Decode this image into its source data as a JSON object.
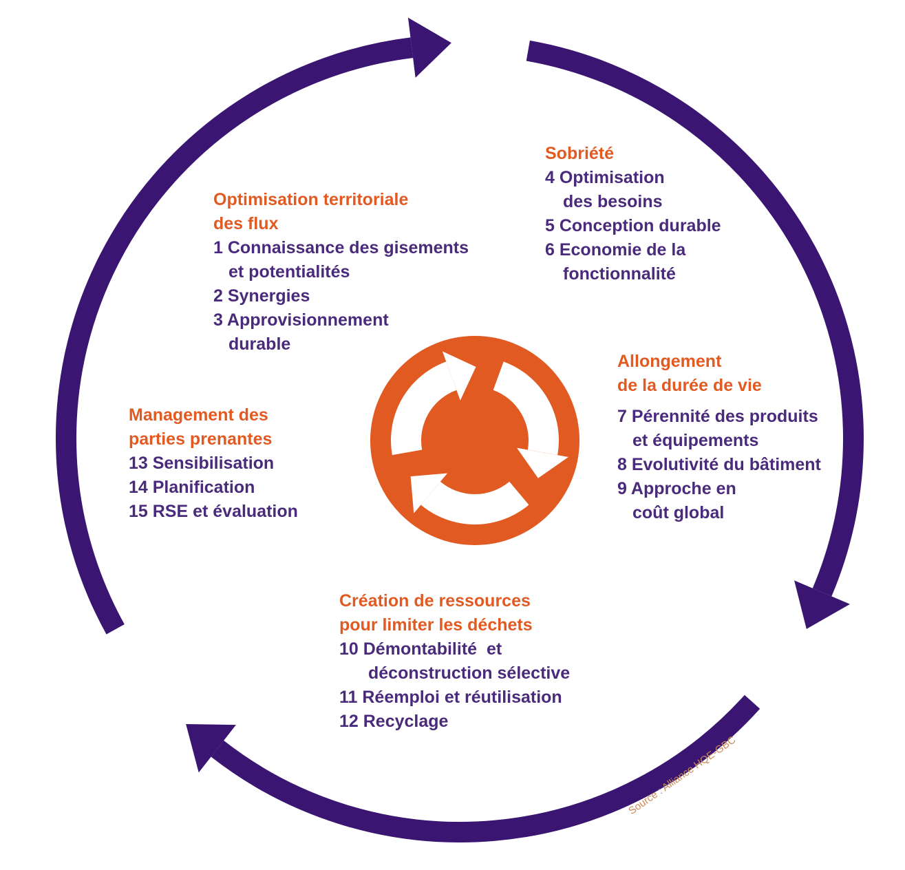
{
  "colors": {
    "ring": "#3a1572",
    "accent": "#e05a22",
    "text": "#4a2a7a"
  },
  "center_icon": "recycle-arrows-icon",
  "sections": [
    {
      "title": [
        "Optimisation territoriale",
        "des flux"
      ],
      "items": [
        [
          "1 Connaissance des gisements",
          "et potentialités"
        ],
        [
          "2 Synergies"
        ],
        [
          "3 Approvisionnement",
          "durable"
        ]
      ]
    },
    {
      "title": [
        "Sobriété"
      ],
      "items": [
        [
          "4 Optimisation",
          "des besoins"
        ],
        [
          "5 Conception durable"
        ],
        [
          "6 Economie de la",
          "fonctionnalité"
        ]
      ]
    },
    {
      "title": [
        "Allongement",
        "de la durée de vie"
      ],
      "items": [
        [
          "7 Pérennité des produits",
          "et équipements"
        ],
        [
          "8 Evolutivité du bâtiment"
        ],
        [
          "9 Approche en",
          "coût global"
        ]
      ]
    },
    {
      "title": [
        "Création de ressources",
        "pour limiter les déchets"
      ],
      "items": [
        [
          "10 Démontabilité  et",
          "déconstruction sélective"
        ],
        [
          "11 Réemploi et réutilisation"
        ],
        [
          "12 Recyclage"
        ]
      ]
    },
    {
      "title": [
        "Management des",
        "parties prenantes"
      ],
      "items": [
        [
          "13 Sensibilisation"
        ],
        [
          "14 Planification"
        ],
        [
          "15 RSE et évaluation"
        ]
      ]
    }
  ],
  "source": "Source : Alliance HQE-GBC"
}
